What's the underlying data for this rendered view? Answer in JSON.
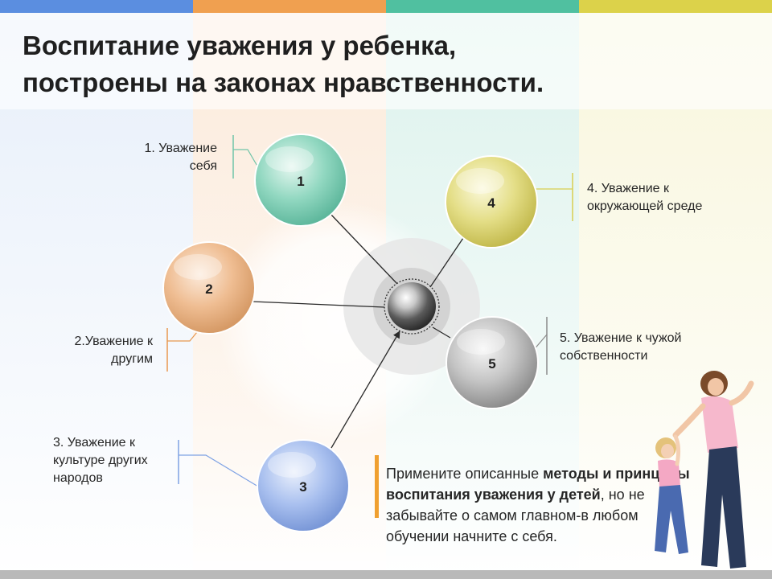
{
  "slide": {
    "title_line1": "Воспитание уважения у ребенка,",
    "title_line2": "построены на законах нравственности."
  },
  "colors": {
    "stripe_blue": "#5b8ee0",
    "stripe_orange": "#f0a050",
    "stripe_green": "#50c0a0",
    "stripe_yellow": "#dcd24a",
    "accent_bar": "#f0a030"
  },
  "diagram": {
    "hub_icon": "chrome-sphere-icon",
    "nodes": [
      {
        "number": "1",
        "label_line1": "1. Уважение",
        "label_line2": "себя",
        "label_line3": "",
        "color": "#7fcfb6",
        "line_color": "#6fc4a8"
      },
      {
        "number": "2",
        "label_line1": "2.Уважение к",
        "label_line2": "другим",
        "label_line3": "",
        "color": "#eab07e",
        "line_color": "#e89850"
      },
      {
        "number": "3",
        "label_line1": "3. Уважение к",
        "label_line2": "культуре других",
        "label_line3": "народов",
        "color": "#92b0e8",
        "line_color": "#7ea2e4"
      },
      {
        "number": "4",
        "label_line1": "4. Уважение к",
        "label_line2": "окружающей среде",
        "label_line3": "",
        "color": "#dcd66e",
        "line_color": "#d8ce50"
      },
      {
        "number": "5",
        "label_line1": "5. Уважение к чужой",
        "label_line2": "собственности",
        "label_line3": "",
        "color": "#b4b4b4",
        "line_color": "#9a9a9a"
      }
    ]
  },
  "note": {
    "part1": "Примените описанные ",
    "bold1": "методы и принципы воспитания уважения у детей",
    "part2": ", но не забывайте о самом главном-в любом обучении начните с себя."
  },
  "illustration": {
    "icon": "mother-and-child-icon"
  }
}
